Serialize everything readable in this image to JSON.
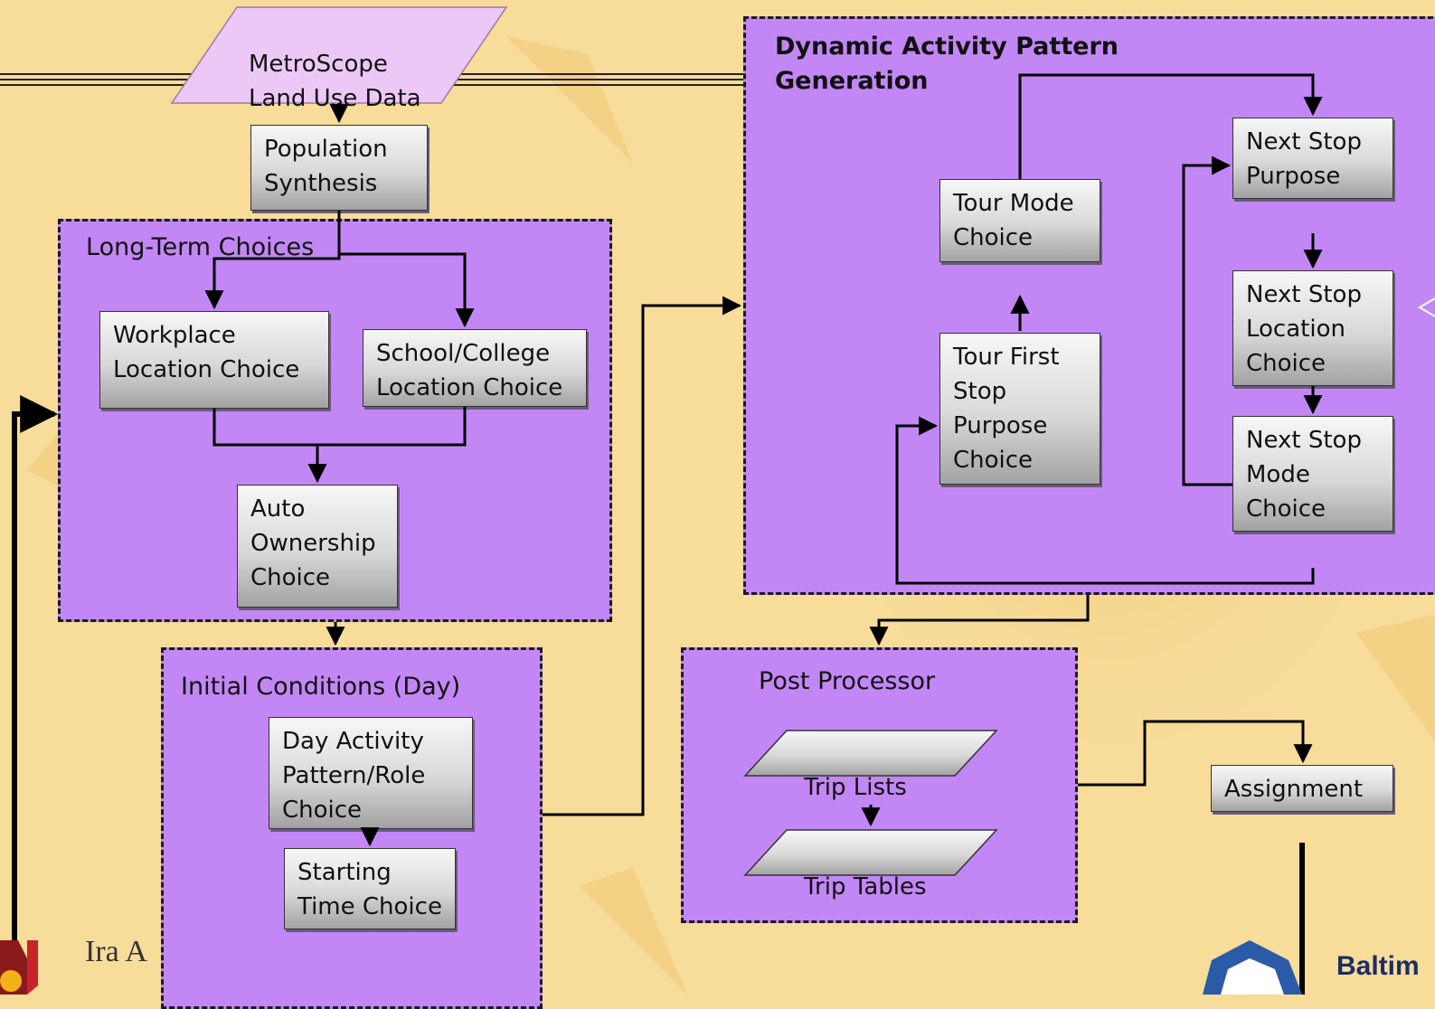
{
  "colors": {
    "background": "#f7dc9a",
    "panel": "#c287f5",
    "data_parallelogram": "#ecc8f7",
    "box_top": "#f7f7f7",
    "box_bottom": "#a2a2a2",
    "line": "#000000"
  },
  "inputs": {
    "land_use": "MetroScope\nLand Use Data"
  },
  "nodes": {
    "population_synthesis": "Population\nSynthesis"
  },
  "long_term": {
    "title": "Long-Term Choices",
    "workplace": "Workplace\nLocation Choice",
    "school": "School/College\nLocation Choice",
    "auto": "Auto\nOwnership\nChoice"
  },
  "initial": {
    "title": "Initial Conditions (Day)",
    "day_activity": "Day Activity\nPattern/Role\nChoice",
    "starting_time": "Starting\nTime Choice"
  },
  "dynamic": {
    "title": "Dynamic Activity Pattern\nGeneration",
    "tour_mode": "Tour Mode\nChoice",
    "tour_first_stop": "Tour First\nStop\nPurpose\nChoice",
    "next_stop_purpose": "Next Stop\nPurpose",
    "next_stop_location": "Next Stop\nLocation\nChoice",
    "next_stop_mode": "Next Stop\nMode\nChoice"
  },
  "post": {
    "title": "Post Processor",
    "trip_lists": "Trip Lists",
    "trip_tables": "Trip Tables"
  },
  "assignment": "Assignment",
  "logos": {
    "left_partial": "Ira A",
    "right_partial": "Baltim"
  }
}
